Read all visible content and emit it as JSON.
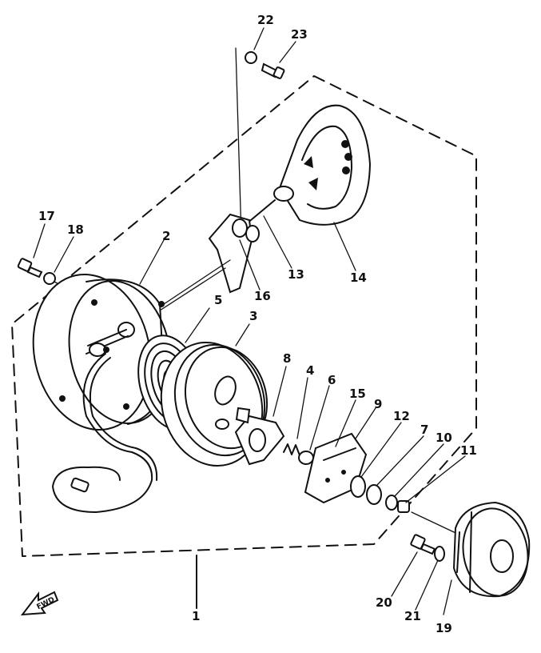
{
  "diagram": {
    "callouts": [
      {
        "id": "c1",
        "label": "1"
      },
      {
        "id": "c2",
        "label": "2"
      },
      {
        "id": "c3",
        "label": "3"
      },
      {
        "id": "c4",
        "label": "4"
      },
      {
        "id": "c5",
        "label": "5"
      },
      {
        "id": "c6",
        "label": "6"
      },
      {
        "id": "c7",
        "label": "7"
      },
      {
        "id": "c8",
        "label": "8"
      },
      {
        "id": "c9",
        "label": "9"
      },
      {
        "id": "c10",
        "label": "10"
      },
      {
        "id": "c11",
        "label": "11"
      },
      {
        "id": "c12",
        "label": "12"
      },
      {
        "id": "c13",
        "label": "13"
      },
      {
        "id": "c14",
        "label": "14"
      },
      {
        "id": "c15",
        "label": "15"
      },
      {
        "id": "c16",
        "label": "16"
      },
      {
        "id": "c17",
        "label": "17"
      },
      {
        "id": "c18",
        "label": "18"
      },
      {
        "id": "c19",
        "label": "19"
      },
      {
        "id": "c20",
        "label": "20"
      },
      {
        "id": "c21",
        "label": "21"
      },
      {
        "id": "c22",
        "label": "22"
      },
      {
        "id": "c23",
        "label": "23"
      }
    ],
    "direction_arrow": {
      "label": "FWD",
      "icon": "front-direction-arrow-icon"
    }
  }
}
